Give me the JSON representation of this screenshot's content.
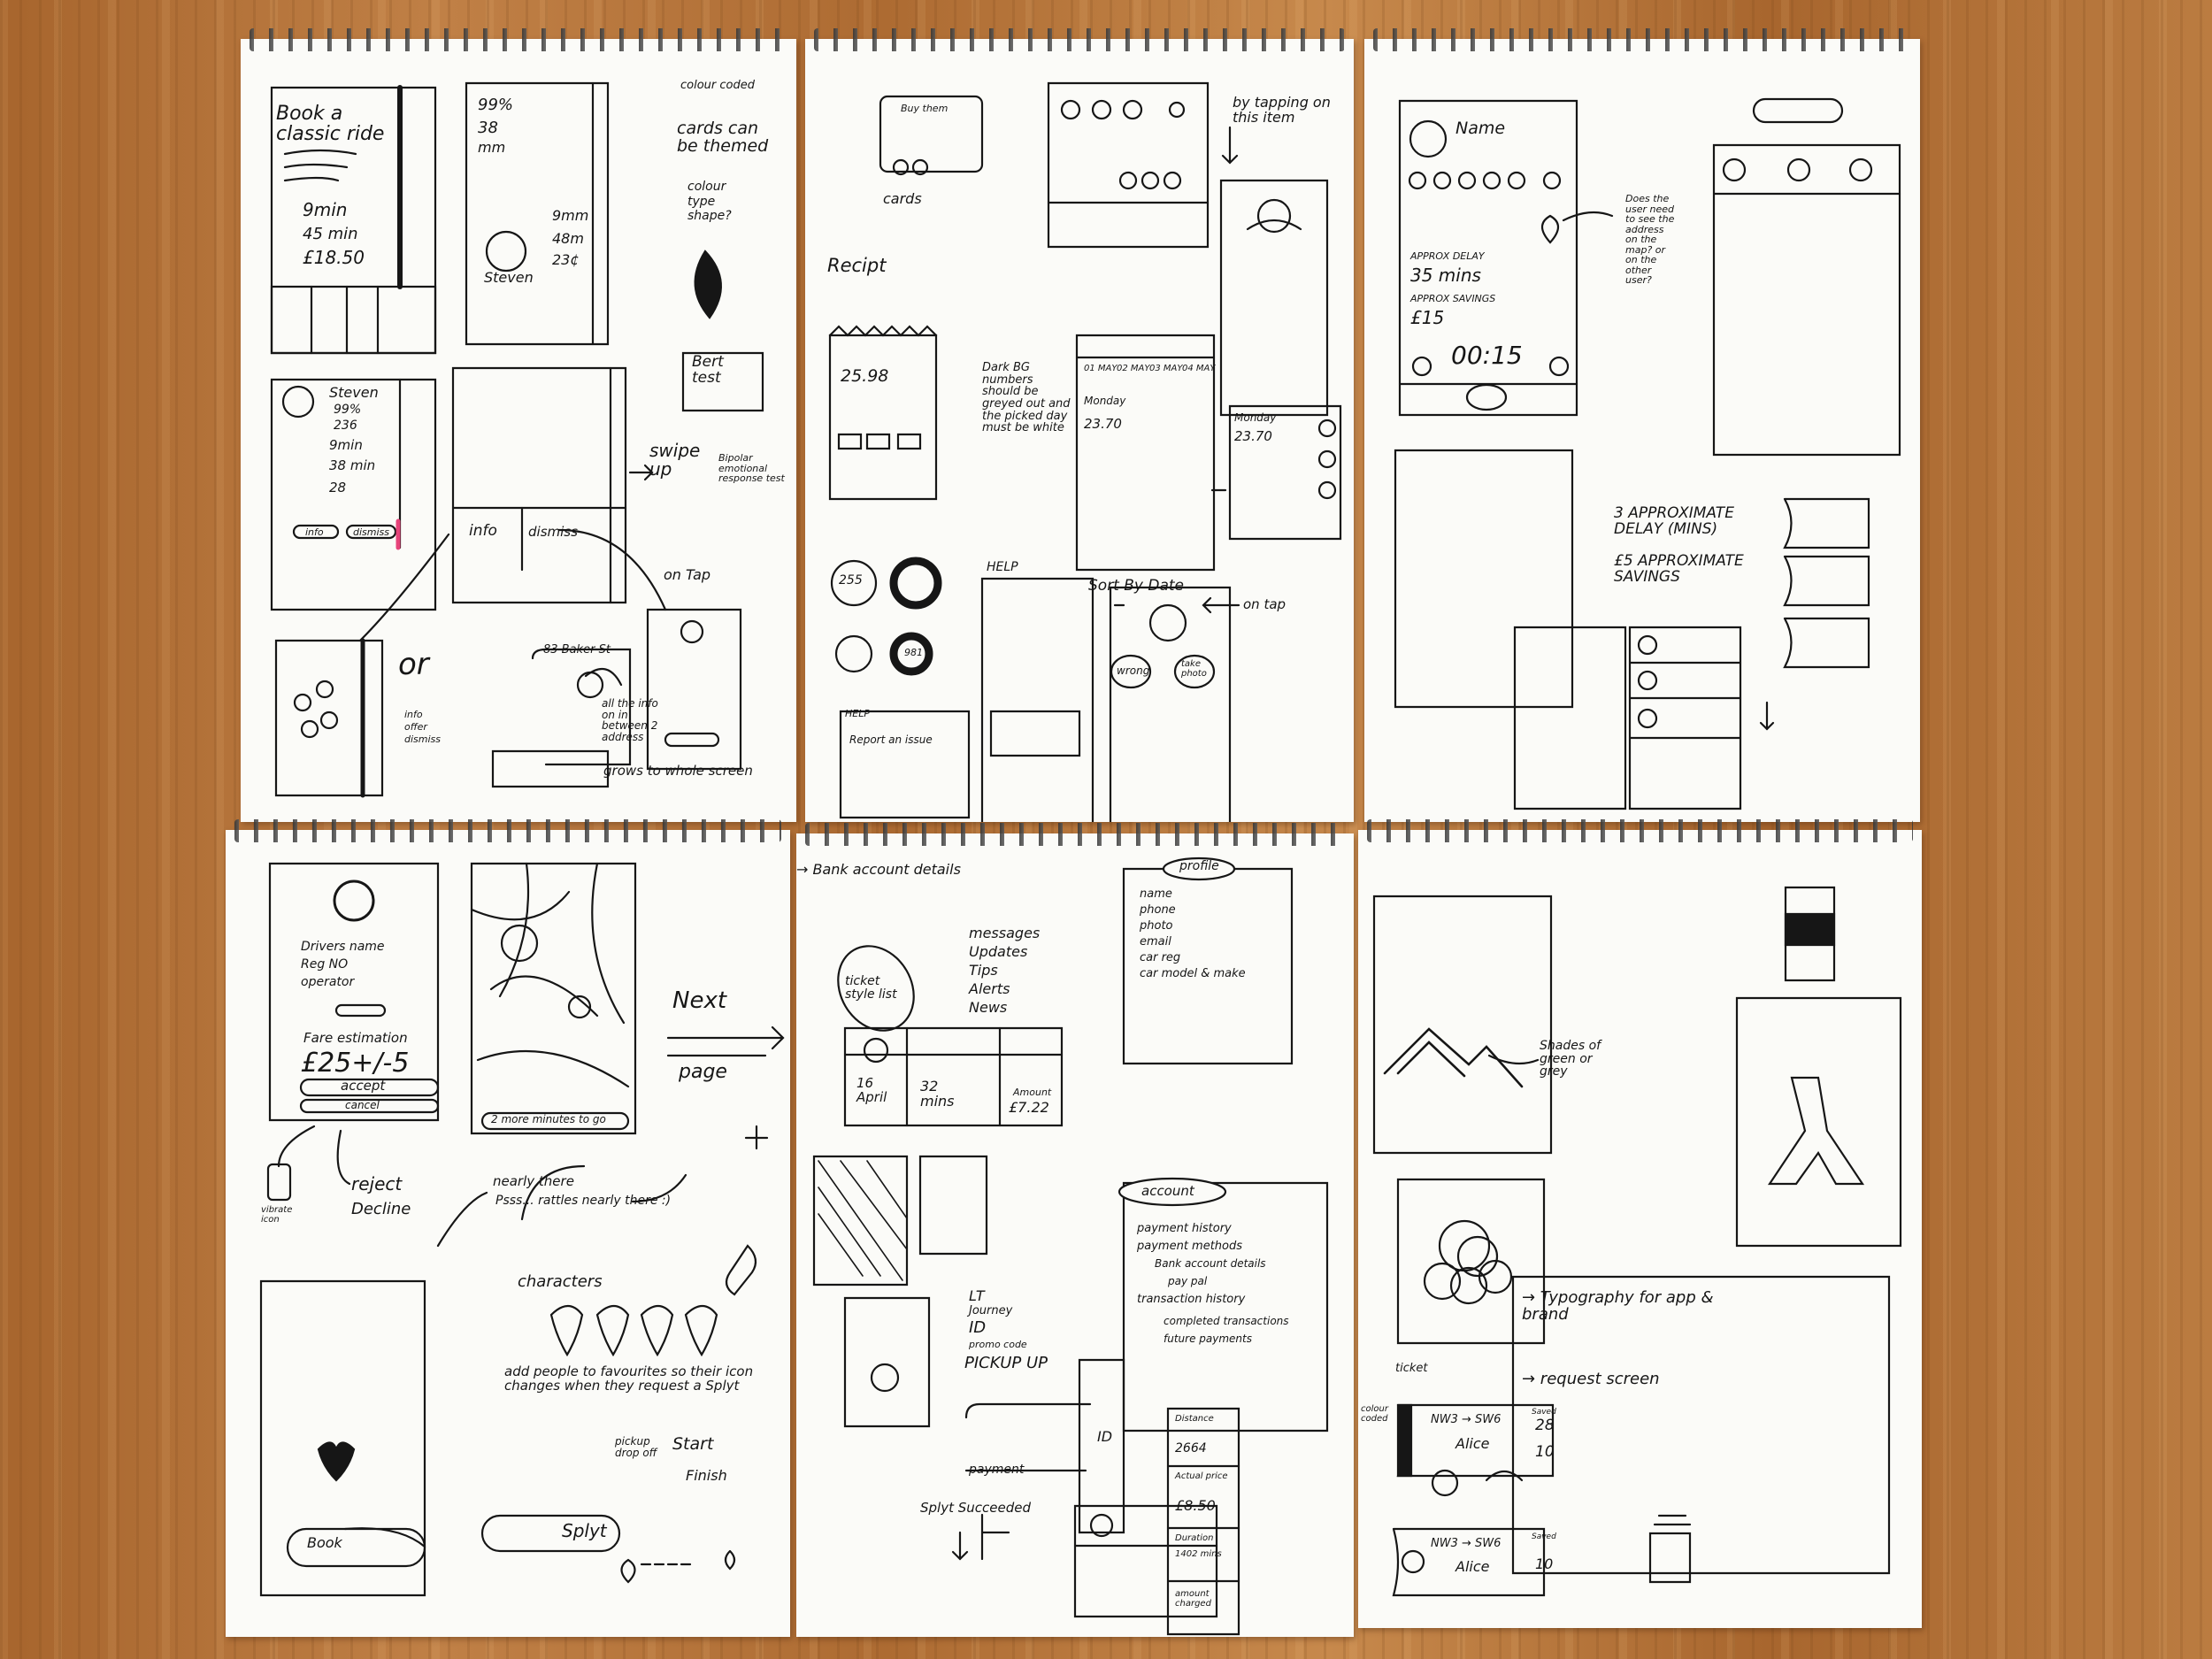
{
  "colors": {
    "ink": "#161616",
    "paper": "#fbfbf8",
    "table": "#b8763a",
    "accent_pink": "#e7437a"
  },
  "sheet1": {
    "book_title": "Book a classic ride",
    "stats": [
      "9min",
      "45 min",
      "£18.50"
    ],
    "card2": [
      "99%",
      "38",
      "mm"
    ],
    "card2_times": [
      "9mm",
      "48m",
      "23¢"
    ],
    "name": "Steven",
    "notes": [
      "colour coded",
      "cards can be themed",
      "colour",
      "type",
      "shape?"
    ],
    "bert_test": "Bert test",
    "bert_note": "Bipolar emotional response test",
    "profile_stats": [
      "99%",
      "236"
    ],
    "profile_times": [
      "9min",
      "38 min",
      "28"
    ],
    "info_btn": "info",
    "dismiss_btn": "dismiss",
    "swipe_up": "swipe up",
    "on_tap": "on Tap",
    "or_label": "or",
    "or_notes": [
      "info",
      "offer",
      "dismiss"
    ],
    "address": "83 Baker St",
    "address_note": "all the info on in between 2 address",
    "grows": "grows to whole screen"
  },
  "sheet2": {
    "buy_them": "Buy them",
    "cards": "cards",
    "recipt": "Recipt",
    "amount": "25.98",
    "by_tapping": "by tapping on this item",
    "dark_bg_note": "Dark BG numbers should be greyed out and the picked day must be white",
    "days": [
      "01 MAY",
      "02 MAY",
      "03 MAY",
      "04 MAY"
    ],
    "monday": "Monday",
    "price": "23.70",
    "sort_by_date": "Sort By Date",
    "gauges": [
      "255",
      "981"
    ],
    "help": "HELP",
    "report": "Report an issue",
    "on_tap": "on tap",
    "wrong": "wrong",
    "take_photo": "take photo"
  },
  "sheet3": {
    "name": "Name",
    "approx_delay": "APPROX DELAY",
    "delay_val": "35 mins",
    "approx_savings": "APPROX SAVINGS",
    "savings_val": "£15",
    "timer": "00:15",
    "question": "Does the user need to see the address on the map? or on the other user?",
    "big_delay": "3 APPROXIMATE DELAY (MINS)",
    "big_savings": "£5 APPROXIMATE SAVINGS"
  },
  "sheet4": {
    "fields": [
      "Drivers name",
      "Reg NO",
      "operator"
    ],
    "fare_label": "Fare estimation",
    "fare_value": "£25+/-5",
    "accept": "accept",
    "cancel": "cancel",
    "reject": "reject",
    "decline": "Decline",
    "vibrate": "vibrate icon",
    "next": "Next",
    "page": "page",
    "map_banner": "2 more minutes to go",
    "nearly": "nearly there",
    "psss": "Psss... rattles nearly there :)",
    "characters": "characters",
    "fav_note": "add people to favourites so their icon changes when they request a Splyt",
    "pickup": "pickup drop off",
    "start": "Start",
    "finish": "Finish",
    "book": "Book",
    "splyt": "Splyt"
  },
  "sheet5": {
    "bank": "→ Bank account details",
    "list_items": [
      "messages",
      "Updates",
      "Tips",
      "Alerts",
      "News"
    ],
    "ticket_style": "ticket style list",
    "date": "16 April",
    "duration": "32 mins",
    "amount_label": "Amount",
    "amount": "£7.22",
    "profile_title": "profile",
    "profile_items": [
      "name",
      "phone",
      "photo",
      "email",
      "car reg",
      "car model & make"
    ],
    "account_title": "account",
    "account_items": [
      "payment history",
      "payment methods",
      "Bank account details",
      "pay pal",
      "transaction history",
      "completed transactions",
      "future payments"
    ],
    "lt": "LT",
    "journey": "Journey",
    "id": "ID",
    "promo": "promo code",
    "pickup": "PICKUP UP",
    "payment": "payment",
    "succeeded": "Splyt Succeeded",
    "id2": "ID",
    "distance_label": "Distance",
    "distance": "2664",
    "price_label": "Actual price",
    "price": "£8.50",
    "duration_label": "Duration",
    "duration_val": "1402 mins",
    "charged": "amount charged"
  },
  "sheet6": {
    "shades": "Shades of green or grey",
    "ticket": "ticket",
    "colour_coded": "colour coded",
    "route": "NW3 → SW6",
    "route2": "NW3 → SW6",
    "saved": "Saved",
    "saved_val": "28",
    "saved2": "Saved",
    "saved_val2": "10",
    "alice": "Alice",
    "typo": "→ Typography for app & brand",
    "request": "→ request screen"
  }
}
